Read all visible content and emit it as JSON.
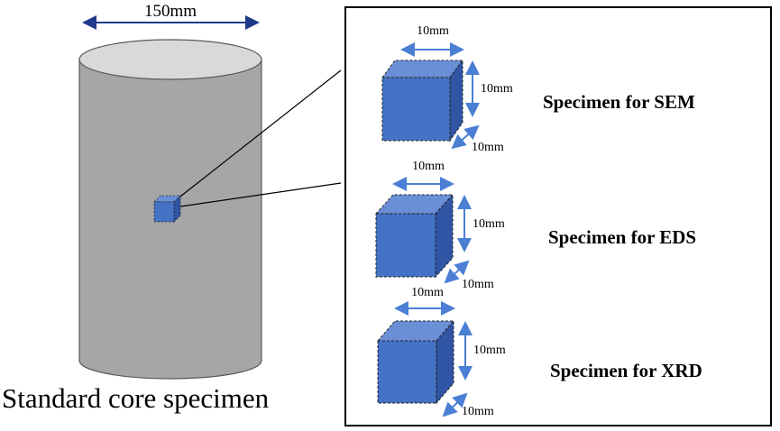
{
  "cylinder": {
    "diameter_label": "150mm",
    "caption": "Standard core specimen"
  },
  "specimens": [
    {
      "title": "Specimen for SEM",
      "width_label": "10mm",
      "height_label": "10mm",
      "depth_label": "10mm"
    },
    {
      "title": "Specimen for EDS",
      "width_label": "10mm",
      "height_label": "10mm",
      "depth_label": "10mm"
    },
    {
      "title": "Specimen for XRD",
      "width_label": "10mm",
      "height_label": "10mm",
      "depth_label": "10mm"
    }
  ],
  "colors": {
    "cylinder_body": "#a6a6a6",
    "cylinder_top": "#d9d9d9",
    "cube_front": "#4472c4",
    "cube_top": "#6b8fd6",
    "cube_side": "#2f55a4",
    "dimension_arrow_dark": "#1f3a8a",
    "dimension_arrow_blue": "#4a7fd4"
  }
}
